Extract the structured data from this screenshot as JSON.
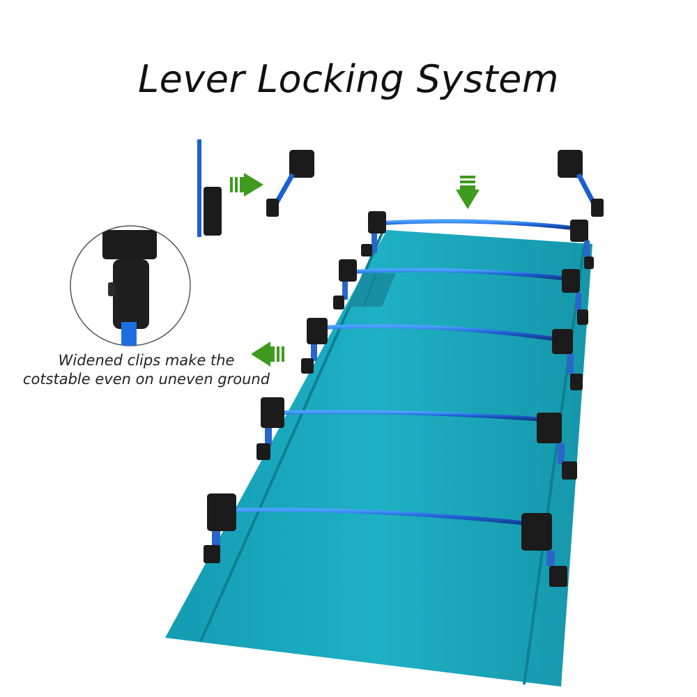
{
  "title": "Lever Locking System",
  "caption": {
    "line1": "Widened clips make the",
    "line2": "cotstable even on uneven ground"
  },
  "colors": {
    "fabric": "#1aa3b8",
    "fabric_dark": "#138b9e",
    "pole": "#1f6fd6",
    "arrow": "#3f9b1f",
    "clip": "#1b1b1b"
  }
}
